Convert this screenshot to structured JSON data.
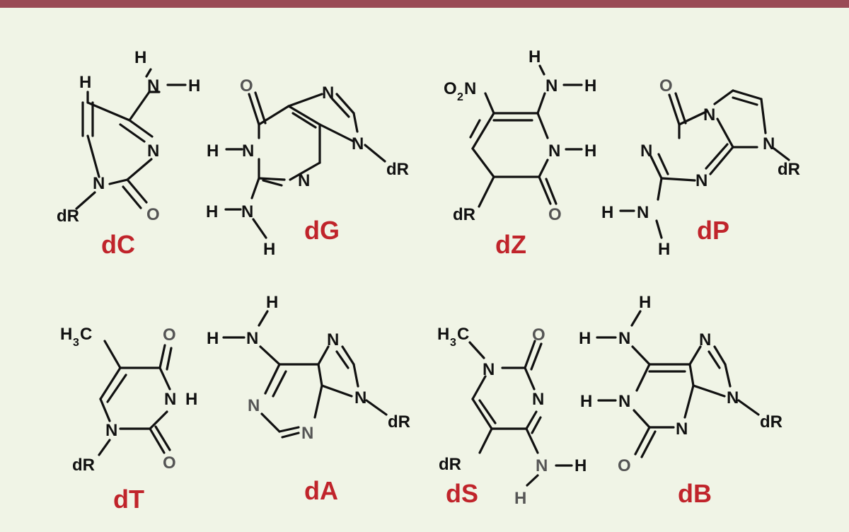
{
  "colors": {
    "top_bar": "#9a4a55",
    "background": "#f0f4e6",
    "label": "#c0242b",
    "atom": "#111111",
    "atom_muted": "#555555"
  },
  "molecules": {
    "dC": {
      "label": "dC",
      "atoms": {
        "h5": "H",
        "nh_n": "N",
        "nh_h1": "H",
        "nh_h2": "H",
        "n3": "N",
        "n1": "N",
        "o2": "O",
        "dr": "dR"
      }
    },
    "dG": {
      "label": "dG",
      "atoms": {
        "o6": "O",
        "n7": "N",
        "n9": "N",
        "dr": "dR",
        "n1": "N",
        "h1": "H",
        "n3": "N",
        "n2": "N",
        "h2a": "H",
        "h2b": "H"
      }
    },
    "dZ": {
      "label": "dZ",
      "atoms": {
        "no2_o": "O",
        "no2_sub": "2",
        "no2_n": "N",
        "nh_h1": "H",
        "nh_n": "N",
        "nh_h2": "H",
        "n1": "N",
        "h1": "H",
        "o": "O",
        "dr": "dR"
      }
    },
    "dP": {
      "label": "dP",
      "atoms": {
        "o": "O",
        "n_bridge": "N",
        "n_ring": "N",
        "dr": "dR",
        "n_left": "N",
        "n_low": "N",
        "h2a": "H",
        "n2": "N",
        "h2b": "H"
      }
    },
    "dT": {
      "label": "dT",
      "atoms": {
        "ch3_h": "H",
        "ch3_sub": "3",
        "ch3_c": "C",
        "o4": "O",
        "n3": "N",
        "h3": "H",
        "n1": "N",
        "o2": "O",
        "dr": "dR"
      }
    },
    "dA": {
      "label": "dA",
      "atoms": {
        "nh_h_top": "H",
        "nh_h_left": "H",
        "nh_n": "N",
        "n7": "N",
        "n9": "N",
        "dr": "dR",
        "n1": "N",
        "n3": "N"
      }
    },
    "dS": {
      "label": "dS",
      "atoms": {
        "ch3_h": "H",
        "ch3_sub": "3",
        "ch3_c": "C",
        "o": "O",
        "n1": "N",
        "n3": "N",
        "dr": "dR",
        "nh_n": "N",
        "nh_h1": "H",
        "nh_h2": "H"
      }
    },
    "dB": {
      "label": "dB",
      "atoms": {
        "nh_h_top": "H",
        "nh_h_left": "H",
        "nh_n": "N",
        "n7": "N",
        "h1": "H",
        "n1": "N",
        "n9": "N",
        "dr": "dR",
        "n3": "N",
        "o": "O"
      }
    }
  }
}
